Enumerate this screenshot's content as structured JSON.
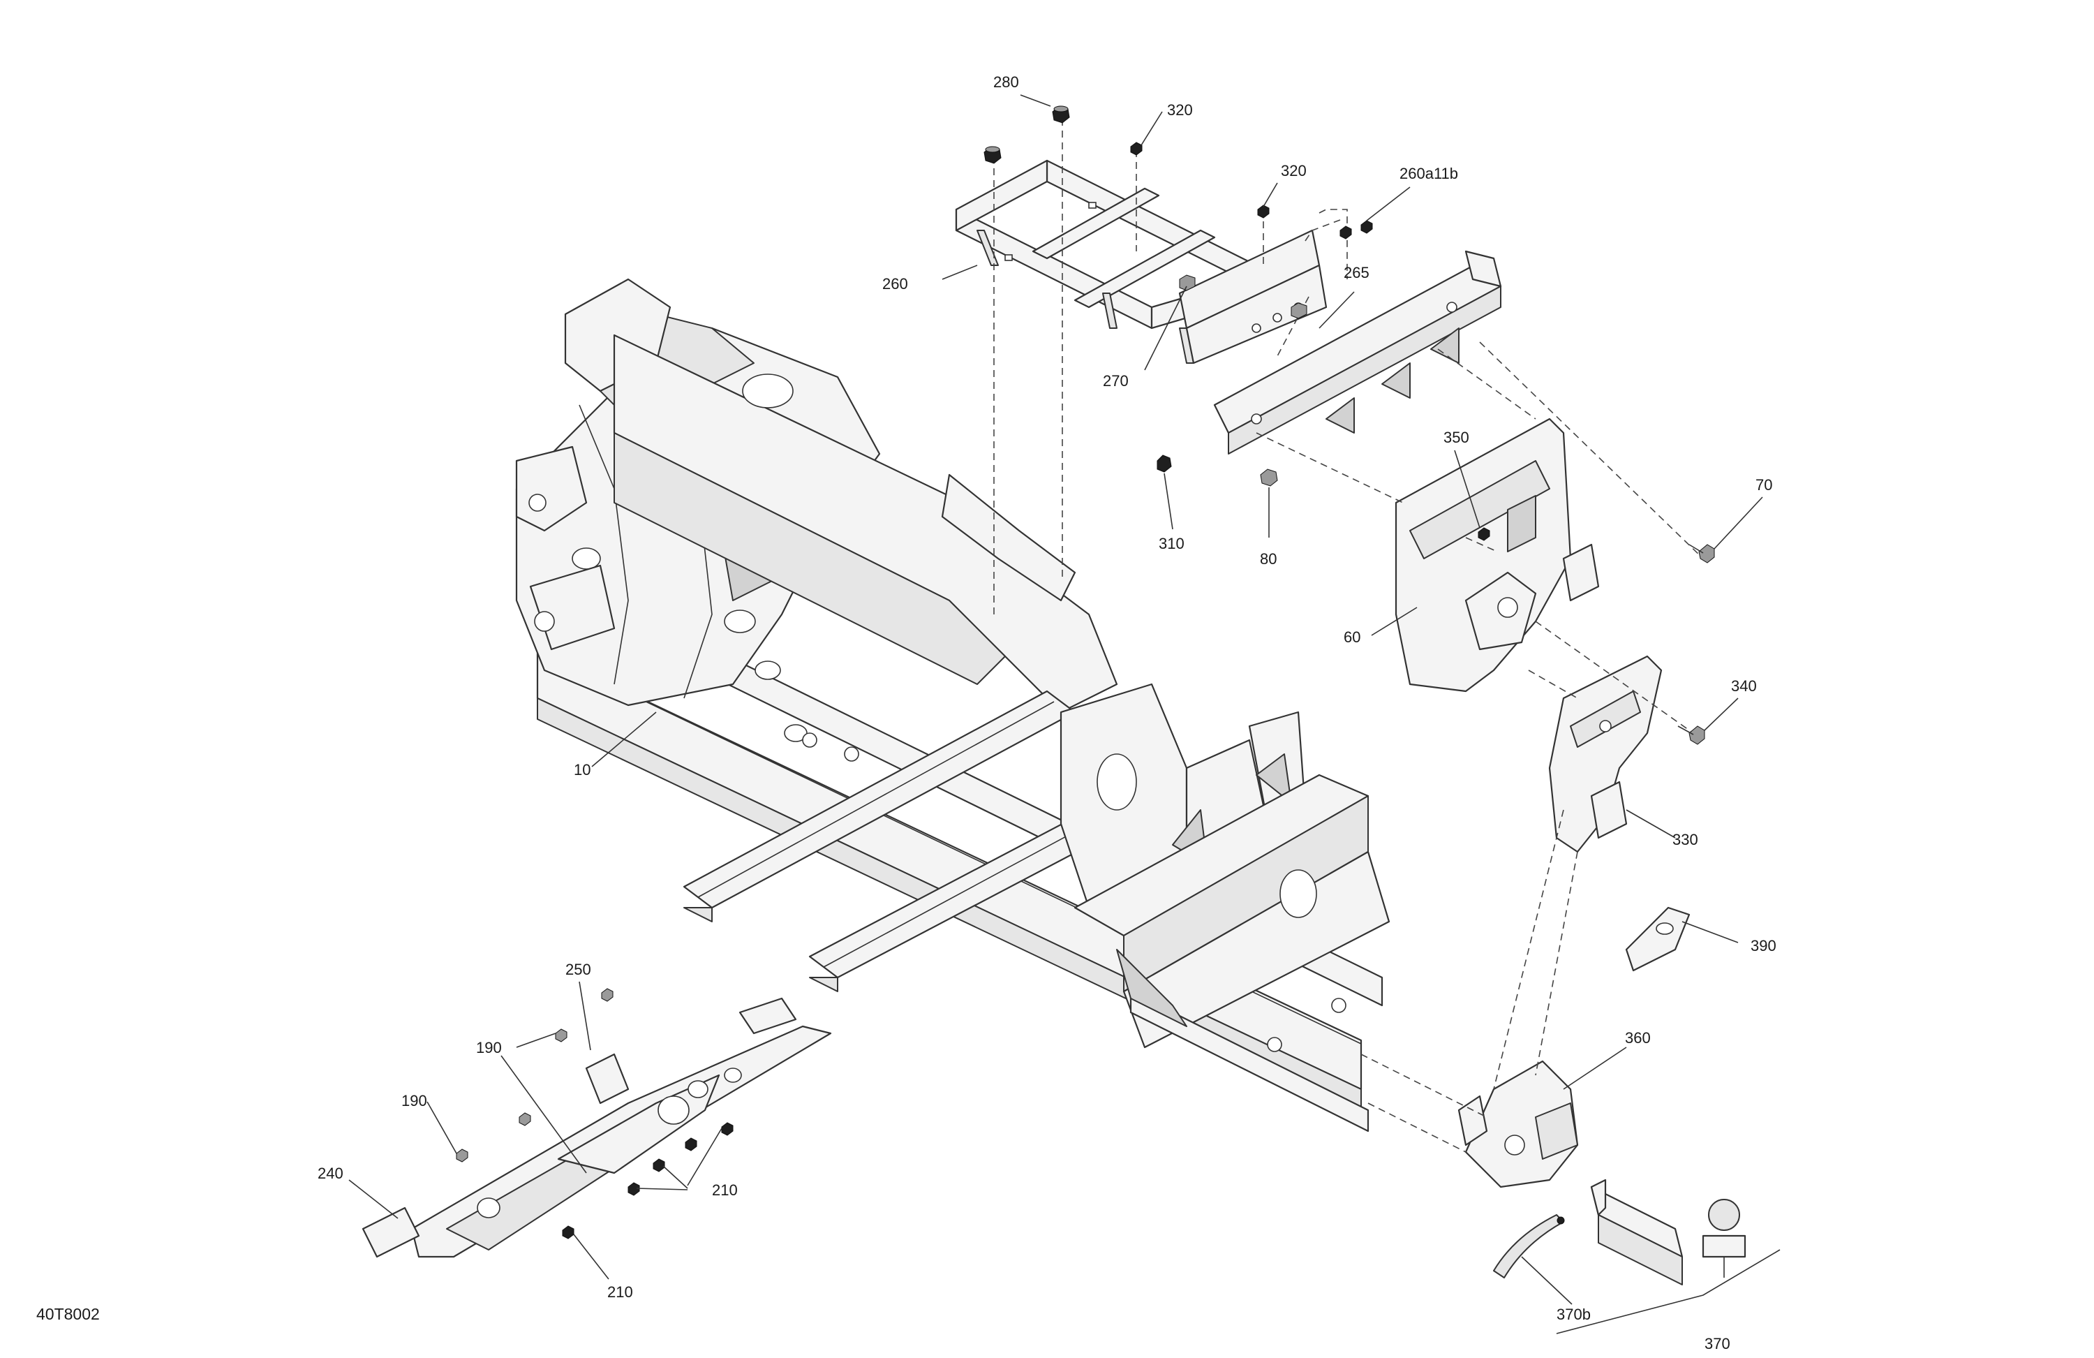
{
  "document_id": "40T8002",
  "callouts": {
    "c280": "280",
    "c320a": "320",
    "c320b": "320",
    "c260a11b": "260a11b",
    "c260": "260",
    "c265": "265",
    "c270": "270",
    "c350": "350",
    "c70": "70",
    "c310": "310",
    "c80": "80",
    "c60": "60",
    "c340": "340",
    "c10": "10",
    "c330": "330",
    "c390": "390",
    "c250": "250",
    "c190a": "190",
    "c190b": "190",
    "c360": "360",
    "c240": "240",
    "c210a": "210",
    "c210b": "210",
    "c370b": "370b",
    "c370": "370"
  },
  "icons": {
    "nut": "hex-nut-icon",
    "bolt": "flange-bolt-icon"
  },
  "colors": {
    "line": "#333333",
    "fill": "#f4f4f4",
    "shade": "#d2d2d2"
  }
}
